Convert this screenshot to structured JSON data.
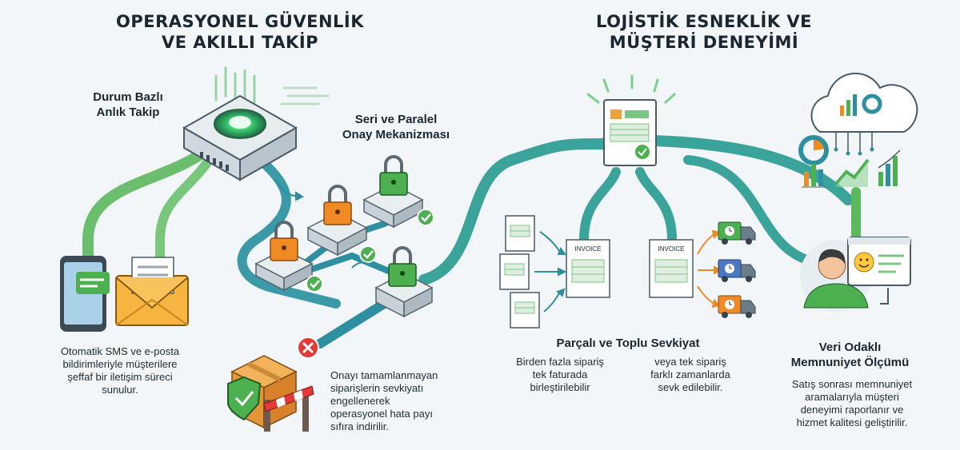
{
  "left": {
    "title_line1": "OPERASYONEL GÜVENLİK",
    "title_line2": "VE AKILLI TAKİP",
    "status_label_line1": "Durum Bazlı",
    "status_label_line2": "Anlık Takip",
    "approval_label_line1": "Seri ve Paralel",
    "approval_label_line2": "Onay Mekanizması",
    "notify_desc_line1": "Otomatik SMS ve e-posta",
    "notify_desc_line2": "bildirimleriyle müşterilere",
    "notify_desc_line3": "şeffaf bir iletişim süreci",
    "notify_desc_line4": "sunulur.",
    "block_desc_line1": "Onayı tamamlanmayan",
    "block_desc_line2": "siparişlerin sevkiyatı",
    "block_desc_line3": "engellenerek",
    "block_desc_line4": "operasyonel hata payı",
    "block_desc_line5": "sıfıra indirilir."
  },
  "right": {
    "title_line1": "LOJİSTİK ESNEKLİK VE",
    "title_line2": "MÜŞTERİ DENEYİMİ",
    "invoice_text_1": "INVOICE",
    "invoice_text_2": "INVOICE",
    "shipment_label": "Parçalı ve Toplu Sevkiyat",
    "merge_desc_line1": "Birden fazla sipariş",
    "merge_desc_line2": "tek faturada",
    "merge_desc_line3": "birleştirilebilir",
    "split_desc_line1": "veya tek sipariş",
    "split_desc_line2": "farklı zamanlarda",
    "split_desc_line3": "sevk edilebilir.",
    "data_label_line1": "Veri Odaklı",
    "data_label_line2": "Memnuniyet Ölçümü",
    "data_desc_line1": "Satış sonrası memnuniyet",
    "data_desc_line2": "aramalarıyla müşteri",
    "data_desc_line3": "deneyimi raporlanır ve",
    "data_desc_line4": "hizmet kalitesi geliştirilir."
  },
  "colors": {
    "green": "#4caf50",
    "teal": "#2e8fa0",
    "orange": "#f08a24",
    "red": "#e53935",
    "background": "#f3f6f8"
  },
  "icons": [
    "server-hub-icon",
    "smartphone-icon",
    "envelope-icon",
    "padlock-icon",
    "check-icon",
    "cross-icon",
    "package-icon",
    "shield-icon",
    "barrier-icon",
    "order-document-icon",
    "invoice-icon",
    "truck-icon",
    "cloud-icon",
    "chart-icon",
    "customer-icon",
    "smiley-chat-icon"
  ]
}
